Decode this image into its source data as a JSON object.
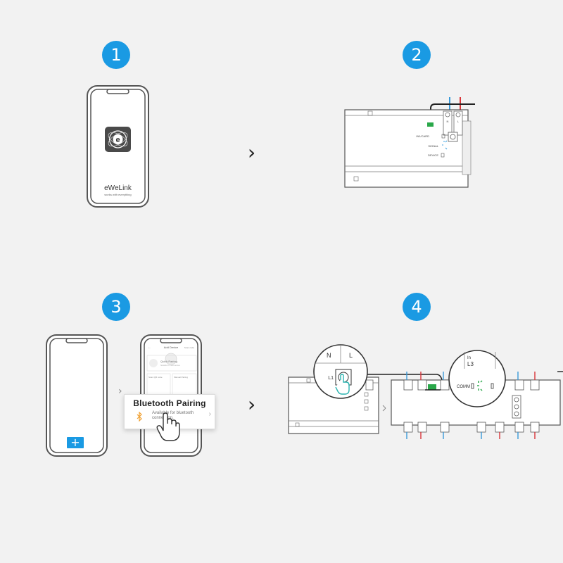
{
  "steps": [
    {
      "number": "1"
    },
    {
      "number": "2"
    },
    {
      "number": "3"
    },
    {
      "number": "4"
    }
  ],
  "arrow_glyph": "›",
  "step1": {
    "app_name": "eWeLink",
    "app_tagline": "works with everything",
    "app_logo_letter": "e"
  },
  "step2": {
    "terminal_labels": [
      "N",
      "L"
    ],
    "led_labels": [
      "IN1/CARD",
      "SIGNAL",
      "DEVICE"
    ]
  },
  "step3": {
    "screen_title": "Add Device",
    "screen_action": "Scan code",
    "quick_pairing": "Quick Pairing",
    "quick_pairing_desc": "Suitable for most devices",
    "scan_qr": "Scan QR code",
    "manual_pairing": "Manual Pairing",
    "plus_symbol": "+",
    "popup": {
      "title": "Bluetooth Pairing",
      "subtitle": "Available for bluetooth connection."
    }
  },
  "step4": {
    "zoom_left_terminals": [
      "N",
      "L"
    ],
    "zoom_left_button_label": "L1",
    "zoom_right_label_1": "In",
    "zoom_right_label_2": "L3",
    "zoom_right_comm": "COMM"
  },
  "colors": {
    "accent": "#1a9ae3",
    "bluetooth": "#f0a030",
    "signal_blue": "#3aa0e0",
    "wire_blue": "#3a9ad9",
    "wire_red": "#d9363a",
    "green": "#2aa84a",
    "teal": "#2ab3b0"
  }
}
